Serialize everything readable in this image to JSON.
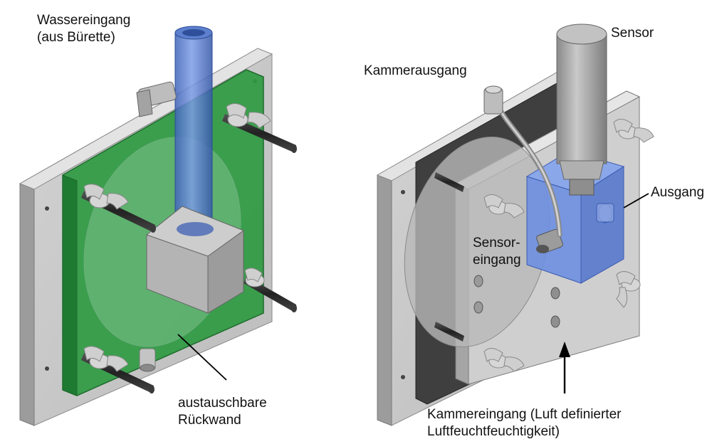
{
  "labels": {
    "water_inlet": [
      "Wassereingang",
      "(aus Bürette)"
    ],
    "back_wall": [
      "austauschbare",
      "Rückwand"
    ],
    "chamber_outlet": "Kammerausgang",
    "sensor": "Sensor",
    "outlet": "Ausgang",
    "sensor_inlet": [
      "Sensor-",
      "eingang"
    ],
    "chamber_inlet": [
      "Kammereingang (Luft definierter",
      "Luftfeuchtfeuchtigkeit)"
    ]
  },
  "colors": {
    "frame": "#c4c4c4",
    "frame_side": "#8f8f8f",
    "green_panel": "#2f9a42",
    "blue_tube": "#4d74c9",
    "blue_block": "#6d8fe0",
    "sensor": "#a9a9a9",
    "arrow": "#000000"
  }
}
